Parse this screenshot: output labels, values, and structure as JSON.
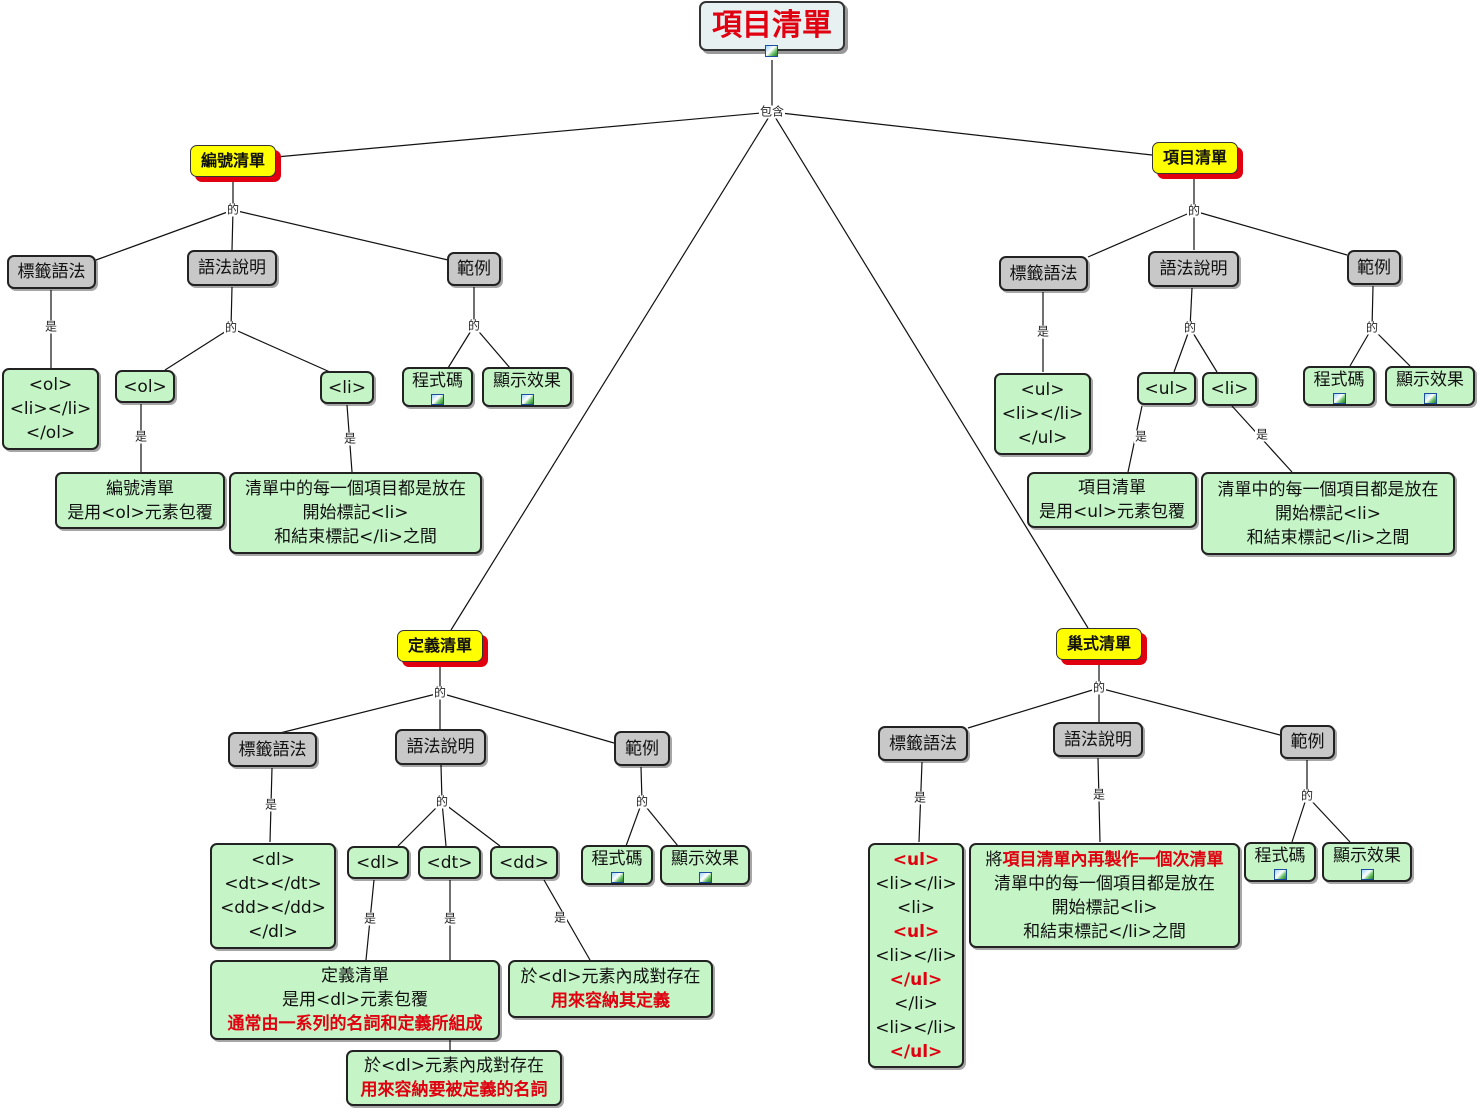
{
  "root": {
    "title": "項目清單"
  },
  "link_labels": {
    "include": "包含",
    "of": "的",
    "is": "是"
  },
  "ordered": {
    "title": "編號清單",
    "tag_syntax": "標籤語法",
    "syntax_desc": "語法說明",
    "example": "範例",
    "tag_code": [
      "<ol>",
      "<li></li>",
      "</ol>"
    ],
    "ol": "<ol>",
    "li": "<li>",
    "ol_desc": [
      "編號清單",
      "是用<ol>元素包覆"
    ],
    "li_desc": [
      "清單中的每一個項目都是放在",
      "開始標記<li>",
      "和結束標記</li>之間"
    ],
    "code": "程式碼",
    "display": "顯示效果"
  },
  "unordered": {
    "title": "項目清單",
    "tag_syntax": "標籤語法",
    "syntax_desc": "語法說明",
    "example": "範例",
    "tag_code": [
      "<ul>",
      "<li></li>",
      "</ul>"
    ],
    "ul": "<ul>",
    "li": "<li>",
    "ul_desc": [
      "項目清單",
      "是用<ul>元素包覆"
    ],
    "li_desc": [
      "清單中的每一個項目都是放在",
      "開始標記<li>",
      "和結束標記</li>之間"
    ],
    "code": "程式碼",
    "display": "顯示效果"
  },
  "definition": {
    "title": "定義清單",
    "tag_syntax": "標籤語法",
    "syntax_desc": "語法說明",
    "example": "範例",
    "tag_code": [
      "<dl>",
      "<dt></dt>",
      "<dd></dd>",
      "</dl>"
    ],
    "dl": "<dl>",
    "dt": "<dt>",
    "dd": "<dd>",
    "dl_desc": [
      "定義清單",
      "是用<dl>元素包覆"
    ],
    "dl_desc_red": "通常由一系列的名詞和定義所組成",
    "dt_desc": "於<dl>元素內成對存在",
    "dt_desc_red": "用來容納要被定義的名詞",
    "dd_desc": "於<dl>元素內成對存在",
    "dd_desc_red": "用來容納其定義",
    "code": "程式碼",
    "display": "顯示效果"
  },
  "nested": {
    "title": "巢式清單",
    "tag_syntax": "標籤語法",
    "syntax_desc": "語法說明",
    "example": "範例",
    "tag_code": [
      {
        "t": "<ul>",
        "red": true
      },
      {
        "t": "<li></li>",
        "red": false
      },
      {
        "t": "<li>",
        "red": false
      },
      {
        "t": "<ul>",
        "red": true
      },
      {
        "t": "<li></li>",
        "red": false
      },
      {
        "t": "</ul>",
        "red": true
      },
      {
        "t": "</li>",
        "red": false
      },
      {
        "t": "<li></li>",
        "red": false
      },
      {
        "t": "</ul>",
        "red": true
      }
    ],
    "desc_prefix": "將",
    "desc_red": "項目清單內再製作一個次清單",
    "desc_lines": [
      "清單中的每一個項目都是放在",
      "開始標記<li>",
      "和結束標記</li>之間"
    ],
    "code": "程式碼",
    "display": "顯示效果"
  },
  "icons": {
    "image": "image-icon"
  },
  "colors": {
    "node_green": "#c5f5c6",
    "node_grey": "#c8c8c8",
    "topic_yellow": "#ffff00",
    "accent_red": "#e00010",
    "root_bg": "#e7f1f2"
  }
}
